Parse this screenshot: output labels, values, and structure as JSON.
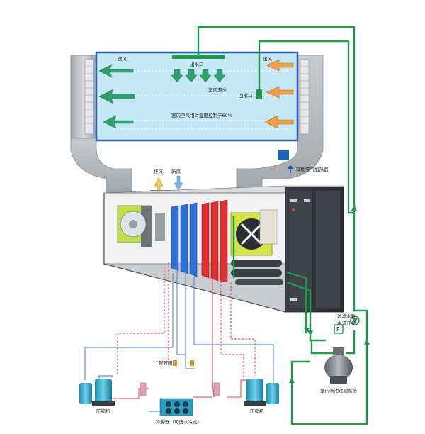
{
  "labels": {
    "supply_air": "送风",
    "outlet_air": "出风",
    "water_outlet": "出水口",
    "pool_water": "室内游泳",
    "return_water": "回水口",
    "humidity_control": "室内空气相对湿度控制于60%",
    "exhaust_air": "排风",
    "fresh_air": "新风",
    "aux_heater": "辅助空气加热器",
    "filter_pump": "过滤水泵",
    "flow_switch": "水流开关",
    "flow_switch_symbol": "P",
    "pool_filter_system": "室内泳池过滤系统",
    "expansion_valve": "膨胀阀",
    "condenser": "冷凝器（可选水冷式）",
    "compressor_left": "压缩机",
    "compressor_right": "压缩机"
  },
  "colors": {
    "pool_water": "#bfe6f5",
    "pool_border": "#2a5fb0",
    "pipe_green": "#1e9a4a",
    "duct": "#b9bcc0",
    "cooling_coil": "#2f6fd6",
    "heating_coil": "#e03030",
    "refrigerant_red": "#e06060",
    "refrigerant_blue": "#5d8fd8"
  }
}
